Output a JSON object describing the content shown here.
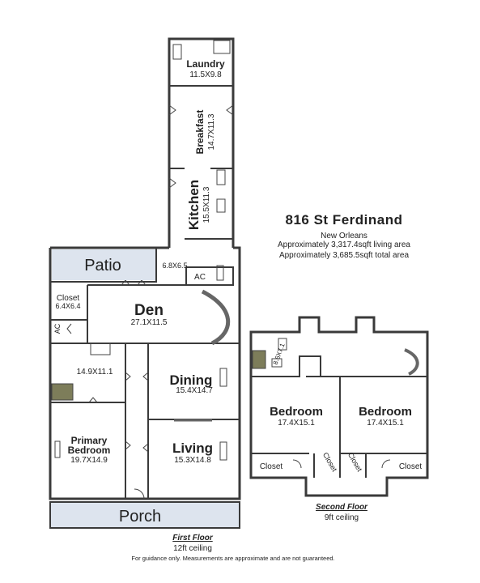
{
  "property": {
    "title": "816 St Ferdinand",
    "city": "New Orleans",
    "living_area": "Approximately 3,317.4sqft living area",
    "total_area": "Approximately 3,685.5sqft total area"
  },
  "first_floor": {
    "title": "First Floor",
    "ceiling": "12ft ceiling",
    "rooms": {
      "laundry": {
        "name": "Laundry",
        "dims": "11.5X9.8"
      },
      "breakfast": {
        "name": "Breakfast",
        "dims": "14.7X11.3"
      },
      "kitchen": {
        "name": "Kitchen",
        "dims": "15.5X11.3"
      },
      "patio": {
        "name": "Patio"
      },
      "hall": {
        "dims": "6.8X6.5"
      },
      "ac_upper": {
        "name": "AC"
      },
      "closet": {
        "name": "Closet",
        "dims": "6.4X6.4"
      },
      "ac_lower": {
        "name": "AC"
      },
      "den": {
        "name": "Den",
        "dims": "27.1X11.5"
      },
      "bath": {
        "dims": "14.9X11.1"
      },
      "dining": {
        "name": "Dining",
        "dims": "15.4X14.7"
      },
      "primary_bedroom": {
        "name1": "Primary",
        "name2": "Bedroom",
        "dims": "19.7X14.9"
      },
      "living": {
        "name": "Living",
        "dims": "15.3X14.8"
      },
      "porch": {
        "name": "Porch"
      }
    }
  },
  "second_floor": {
    "title": "Second Floor",
    "ceiling": "9ft ceiling",
    "rooms": {
      "bath": {
        "dims": "8.6X7.1"
      },
      "bedroom_left": {
        "name": "Bedroom",
        "dims": "17.4X15.1"
      },
      "bedroom_right": {
        "name": "Bedroom",
        "dims": "17.4X15.1"
      },
      "closet_1": {
        "name": "Closet"
      },
      "closet_2": {
        "name": "Closet"
      },
      "closet_3": {
        "name": "Closet"
      },
      "closet_4": {
        "name": "Closet"
      }
    }
  },
  "disclaimer": "For guidance only. Measurements are approximate and are not guaranteed.",
  "colors": {
    "wall": "#3a3a3a",
    "fill": "#ffffff",
    "patio_fill": "#dde4ee",
    "porch_fill": "#dde4ee"
  }
}
